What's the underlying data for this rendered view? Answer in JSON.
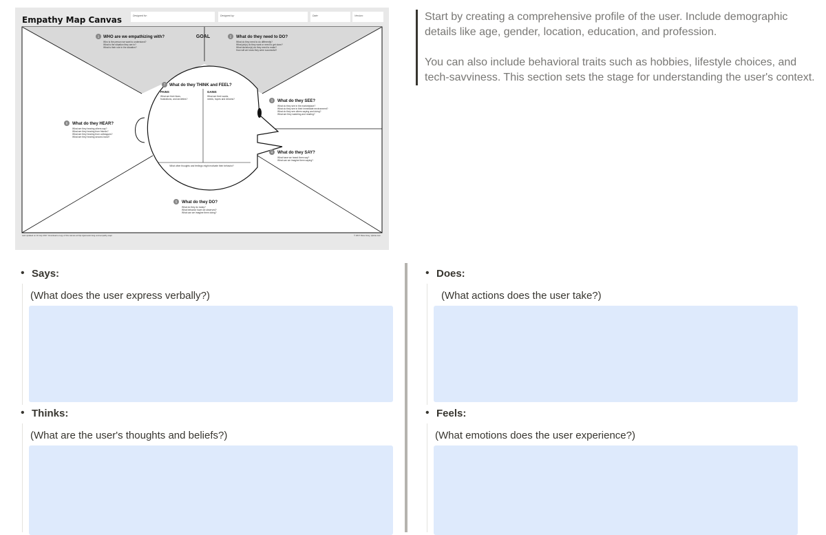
{
  "empathy_map": {
    "title": "Empathy Map Canvas",
    "header_fields": [
      "Designed for:",
      "Designed by:",
      "Date:",
      "Version:"
    ],
    "goal_label": "GOAL",
    "sections": {
      "who": {
        "number": "1",
        "title": "WHO are we empathizing with?",
        "lines": [
          "Who is the person we want to understand?",
          "What is the situation they are in?",
          "What is their role in the situation?"
        ]
      },
      "need_do": {
        "number": "2",
        "title": "What do they need to DO?",
        "lines": [
          "What do they need to do differently?",
          "What job(s) do they want or need to get done?",
          "What decision(s) do they need to make?",
          "How will we know they were successful?"
        ]
      },
      "see": {
        "number": "3",
        "title": "What do they SEE?",
        "lines": [
          "What do they see in the marketplace?",
          "What do they see in their immediate environment?",
          "What do they see others saying and doing?",
          "What are they watching and reading?"
        ]
      },
      "say": {
        "number": "4",
        "title": "What do they SAY?",
        "lines": [
          "What have we heard them say?",
          "What can we imagine them saying?"
        ]
      },
      "do": {
        "number": "5",
        "title": "What do they DO?",
        "lines": [
          "What do they do today?",
          "What behavior have we observed?",
          "What can we imagine them doing?"
        ]
      },
      "hear": {
        "number": "6",
        "title": "What do they HEAR?",
        "lines": [
          "What are they hearing others say?",
          "What are they hearing from friends?",
          "What are they hearing from colleagues?",
          "What are they hearing second-hand?"
        ]
      },
      "think_feel": {
        "number": "7",
        "title": "What do they THINK and FEEL?",
        "pains_label": "PAINS",
        "pains_lines": [
          "What are their fears,",
          "frustrations, and anxieties?"
        ],
        "gains_label": "GAINS",
        "gains_lines": [
          "What are their wants,",
          "needs, hopes and dreams?"
        ],
        "bottom_line": "What other thoughts and feelings might motivate their behavior?"
      }
    },
    "footer_left": "Last updated on 16 July 2017. Download a copy of this canvas at http://gamestorming.com/empathy-map/",
    "footer_right": "© 2017 Dave Gray, xplane.com"
  },
  "callout": {
    "p1": "Start by creating a comprehensive profile of the user. Include demographic details like age, gender, location, education, and profession.",
    "p2": "You can also include behavioral traits such as hobbies, lifestyle choices, and tech-savviness. This section sets the stage for understanding the user's context."
  },
  "quadrants": {
    "says": {
      "label": "Says:",
      "prompt": "(What does the user express verbally?)"
    },
    "thinks": {
      "label": "Thinks:",
      "prompt": "(What are the user's thoughts and beliefs?)"
    },
    "does": {
      "label": "Does:",
      "prompt": "(What actions does the user take?)"
    },
    "feels": {
      "label": "Feels:",
      "prompt": "(What emotions does the user experience?)"
    }
  },
  "colors": {
    "input_box": "#deeafc",
    "callout_text": "#787774",
    "divider": "#b5b3ae"
  }
}
